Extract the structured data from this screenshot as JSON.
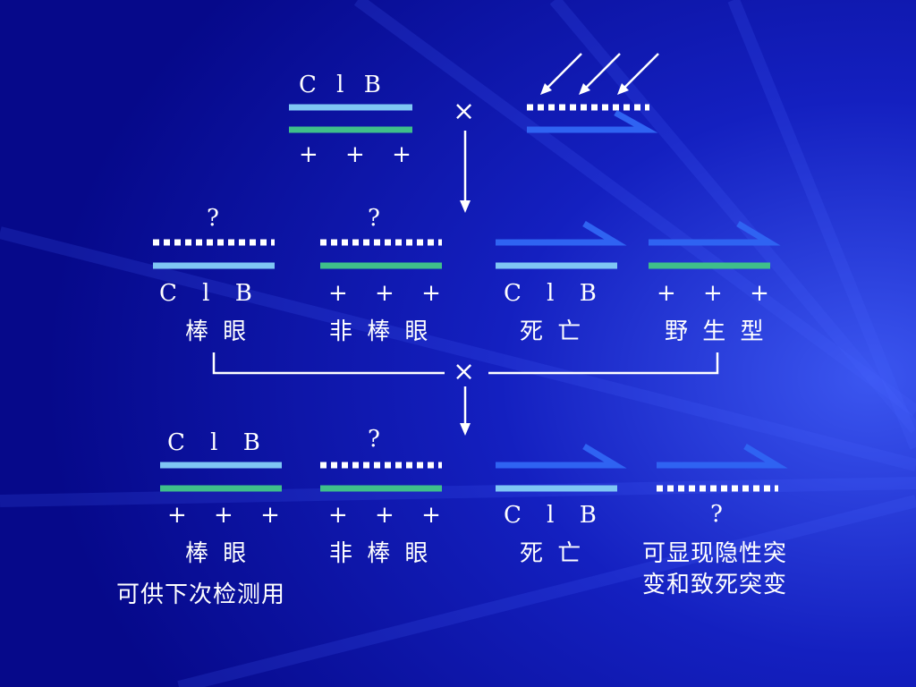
{
  "colors": {
    "background": "#0a0f9e",
    "light_blue": "#7fc6f4",
    "green": "#3fbf8a",
    "blue": "#2f63f2",
    "white": "#ffffff"
  },
  "parents": {
    "female": {
      "top": "C l B",
      "bottom": "+ + +"
    },
    "cross": "×"
  },
  "f1": {
    "offspring": [
      {
        "top": "?",
        "bottom": "C l B",
        "label": "棒 眼"
      },
      {
        "top": "?",
        "bottom": "+ + +",
        "label": "非 棒 眼"
      },
      {
        "bottom": "C l B",
        "label": "死 亡"
      },
      {
        "bottom": "+ + +",
        "label": "野 生 型"
      }
    ],
    "cross": "×"
  },
  "f2": {
    "offspring": [
      {
        "top": "C l B",
        "bottom": "+ + +",
        "label": "棒 眼"
      },
      {
        "top": "?",
        "bottom": "+ + +",
        "label": "非 棒 眼"
      },
      {
        "bottom": "C l B",
        "label": "死 亡"
      },
      {
        "bottom": "?",
        "label_line1": "可显现隐性突",
        "label_line2": "变和致死突变"
      }
    ],
    "note": "可供下次检测用"
  }
}
